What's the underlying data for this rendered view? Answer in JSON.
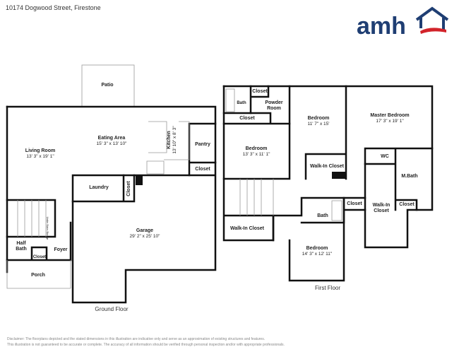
{
  "header": {
    "title": "10174 Dogwood Street, Firestone",
    "logo_text": "amh",
    "brand_colors": {
      "navy": "#1f3e73",
      "red": "#d2232a"
    }
  },
  "ground_floor": {
    "label": "Ground Floor",
    "rooms": {
      "patio": {
        "name": "Patio"
      },
      "living": {
        "name": "Living Room",
        "dim": "13' 3\" x 19' 1\""
      },
      "eating": {
        "name": "Eating Area",
        "dim": "15' 3\" x 13' 10\""
      },
      "kitchen": {
        "name": "Kitchen",
        "dim": "13' 10\" x 8' 3\""
      },
      "pantry": {
        "name": "Pantry"
      },
      "closet1": {
        "name": "Closet"
      },
      "laundry": {
        "name": "Laundry"
      },
      "closet2": {
        "name": "Closet"
      },
      "garage": {
        "name": "Garage",
        "dim": "29' 2\" x 25' 10\""
      },
      "under_stairs": {
        "name": "Under Stairs Storage"
      },
      "half_bath": {
        "name": "Half Bath"
      },
      "closet3": {
        "name": "Closet"
      },
      "foyer": {
        "name": "Foyer"
      },
      "porch": {
        "name": "Porch"
      }
    }
  },
  "first_floor": {
    "label": "First Floor",
    "rooms": {
      "bath1": {
        "name": "Bath"
      },
      "closet_a": {
        "name": "Closet"
      },
      "powder": {
        "name": "Powder Room"
      },
      "closet_b": {
        "name": "Closet"
      },
      "bedroom2": {
        "name": "Bedroom",
        "dim": "11' 7\" x 15'"
      },
      "master": {
        "name": "Master Bedroom",
        "dim": "17' 3\" x 19' 1\""
      },
      "bedroom1": {
        "name": "Bedroom",
        "dim": "13' 3\" x 11' 1\""
      },
      "wic1": {
        "name": "Walk-In Closet"
      },
      "wc": {
        "name": "WC"
      },
      "mbath": {
        "name": "M.Bath"
      },
      "wic_master": {
        "name": "Walk-In Closet"
      },
      "closet_c": {
        "name": "Closet"
      },
      "closet_d": {
        "name": "Closet"
      },
      "bath2": {
        "name": "Bath"
      },
      "wic2": {
        "name": "Walk-In Closet"
      },
      "bedroom3": {
        "name": "Bedroom",
        "dim": "14' 3\" x 12' 11\""
      }
    }
  },
  "disclaimer": {
    "line1": "Disclaimer: The floorplans depicted and the stated dimensions in this illustration are indicative only and serve as an approximation of existing structures and features.",
    "line2": "This illustration is not guaranteed to be accurate or complete. The accuracy of all information should be verified through personal inspection and/or with appropriate professionals."
  }
}
